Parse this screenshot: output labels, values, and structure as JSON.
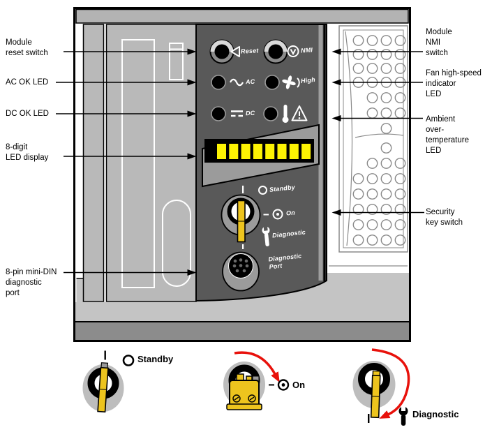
{
  "diagram": {
    "title_context": "System controller front panel",
    "callouts_left": [
      {
        "text": "Module\nreset switch"
      },
      {
        "text": "AC OK LED"
      },
      {
        "text": "DC OK LED"
      },
      {
        "text": "8-digit\nLED display"
      },
      {
        "text": "8-pin mini-DIN\ndiagnostic\nport"
      }
    ],
    "callouts_right": [
      {
        "text": "Module\nNMI\nswitch"
      },
      {
        "text": "Fan high-speed\nindicator\nLED"
      },
      {
        "text": "Ambient\nover-\ntemperature\nLED"
      },
      {
        "text": "Security\nkey switch"
      }
    ],
    "panel_labels": {
      "reset": "Reset",
      "nmi": "NMI",
      "ac": "AC",
      "high": "High",
      "dc": "DC",
      "standby": "Standby",
      "on": "On",
      "diagnostic": "Diagnostic",
      "diagnostic_port": "Diagnostic\nPort"
    },
    "led_display": {
      "segments": 8,
      "segment_color": "#fdf303"
    },
    "key_positions": [
      {
        "label": "Standby"
      },
      {
        "label": "On"
      },
      {
        "label": "Diagnostic"
      }
    ],
    "colors": {
      "panel_dark": "#595959",
      "chassis_gray": "#b9b9b9",
      "bezel_gray": "#9b9b9b",
      "key_yellow": "#edc41e",
      "led_yellow": "#fdf303",
      "rotation_arrow_red": "#e8110b"
    }
  }
}
